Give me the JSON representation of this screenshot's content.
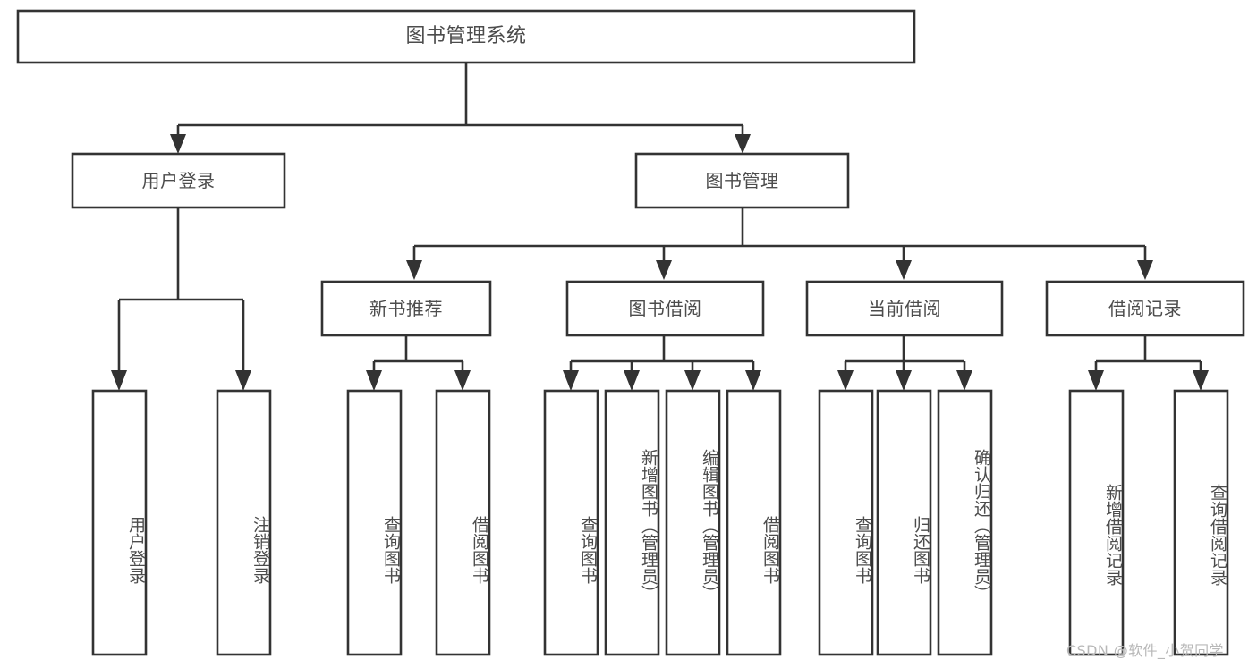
{
  "diagram": {
    "title": "图书管理系统",
    "type": "hierarchy-tree",
    "watermark": "CSDN @软件_小贺同学",
    "colors": {
      "stroke": "#333333",
      "box_fill": "#ffffff",
      "text": "#4c4c4c",
      "background": "#ffffff",
      "watermark": "#b8b8b8"
    },
    "nodes": {
      "root": {
        "label": "图书管理系统",
        "level": 1,
        "orientation": "horizontal"
      },
      "l2": [
        {
          "id": "user-login",
          "label": "用户登录",
          "orientation": "horizontal"
        },
        {
          "id": "book-management",
          "label": "图书管理",
          "orientation": "horizontal"
        }
      ],
      "l3": [
        {
          "id": "new-book-recommend",
          "label": "新书推荐",
          "orientation": "horizontal"
        },
        {
          "id": "book-borrow",
          "label": "图书借阅",
          "orientation": "horizontal"
        },
        {
          "id": "current-borrow",
          "label": "当前借阅",
          "orientation": "horizontal"
        },
        {
          "id": "borrow-record",
          "label": "借阅记录",
          "orientation": "horizontal"
        }
      ],
      "leaves": [
        {
          "id": "leaf-user-login",
          "label": "用户登录",
          "parent": "user-login",
          "orientation": "vertical"
        },
        {
          "id": "leaf-logout-login",
          "label": "注销登录",
          "parent": "user-login",
          "orientation": "vertical"
        },
        {
          "id": "leaf-query-book-1",
          "label": "查询图书",
          "parent": "new-book-recommend",
          "orientation": "vertical"
        },
        {
          "id": "leaf-borrow-book-1",
          "label": "借阅图书",
          "parent": "new-book-recommend",
          "orientation": "vertical"
        },
        {
          "id": "leaf-query-book-2",
          "label": "查询图书",
          "parent": "book-borrow",
          "orientation": "vertical"
        },
        {
          "id": "leaf-add-book",
          "label": "新增图书（管理员）",
          "parent": "book-borrow",
          "orientation": "vertical"
        },
        {
          "id": "leaf-edit-book",
          "label": "编辑图书（管理员）",
          "parent": "book-borrow",
          "orientation": "vertical"
        },
        {
          "id": "leaf-borrow-book-2",
          "label": "借阅图书",
          "parent": "book-borrow",
          "orientation": "vertical"
        },
        {
          "id": "leaf-query-book-3",
          "label": "查询图书",
          "parent": "current-borrow",
          "orientation": "vertical"
        },
        {
          "id": "leaf-return-book",
          "label": "归还图书",
          "parent": "current-borrow",
          "orientation": "vertical"
        },
        {
          "id": "leaf-confirm-return",
          "label": "确认归还（管理员）",
          "parent": "current-borrow",
          "orientation": "vertical"
        },
        {
          "id": "leaf-add-record",
          "label": "新增借阅记录",
          "parent": "borrow-record",
          "orientation": "vertical"
        },
        {
          "id": "leaf-query-record",
          "label": "查询借阅记录",
          "parent": "borrow-record",
          "orientation": "vertical"
        }
      ]
    }
  }
}
